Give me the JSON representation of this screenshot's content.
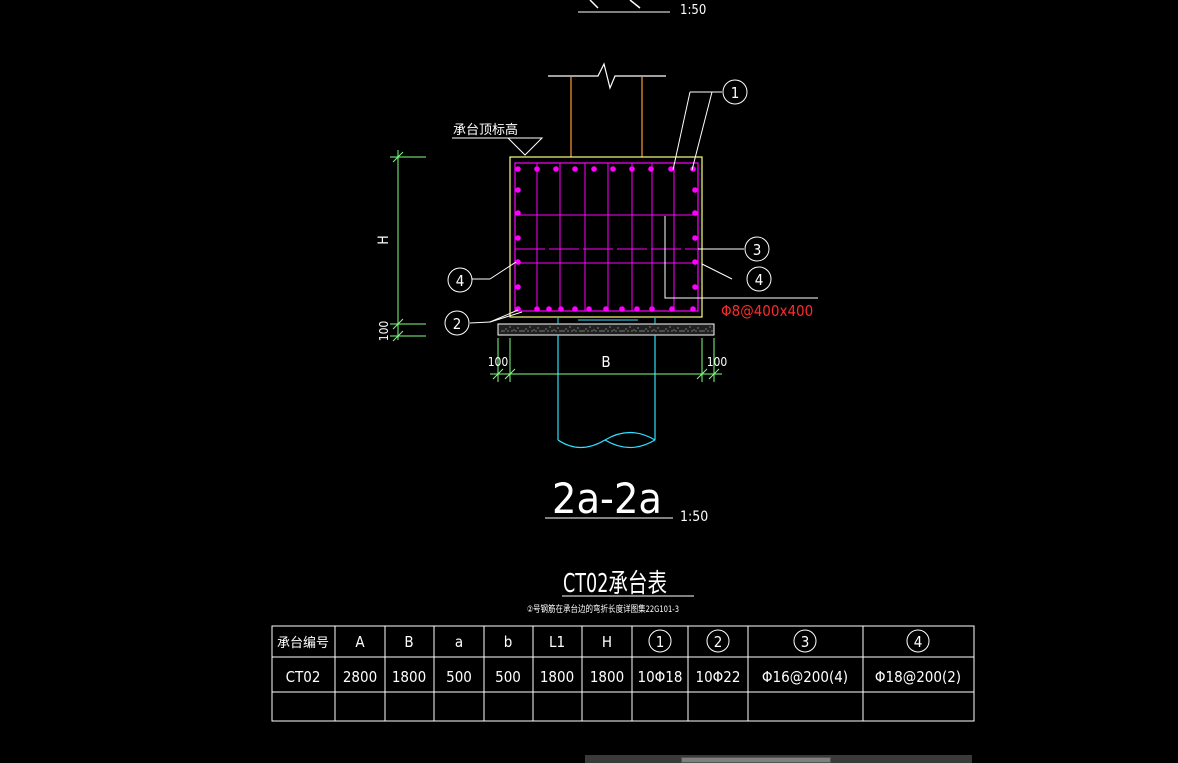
{
  "drawing": {
    "top_section_scale": "1:50",
    "section_title": "2a-2a",
    "section_scale": "1:50",
    "elevation_label": "承台顶标高",
    "height_label": "H",
    "cushion_label": "100",
    "width_label": "B",
    "left_offset_label": "100",
    "right_offset_label": "100",
    "stirrup_label": "Φ8@400x400",
    "callouts": [
      "1",
      "2",
      "3",
      "4",
      "4"
    ]
  },
  "table": {
    "title": "CT02承台表",
    "note": "②号钢筋在承台边的弯折长度详图集22G101-3",
    "headers": [
      "承台编号",
      "A",
      "B",
      "a",
      "b",
      "L1",
      "H",
      "1",
      "2",
      "3",
      "4"
    ],
    "rows": [
      [
        "CT02",
        "2800",
        "1800",
        "500",
        "500",
        "1800",
        "1800",
        "10Φ18",
        "10Φ22",
        "Φ16@200(4)",
        "Φ18@200(2)"
      ],
      [
        "",
        "",
        "",
        "",
        "",
        "",
        "",
        "",
        "",
        "",
        ""
      ]
    ]
  },
  "colors": {
    "background": "#000000",
    "rebar": "#ff00ff",
    "concrete_outline": "#ffff80",
    "column": "#ff9a30",
    "pile": "#30e0ff",
    "dimension": "#80ff80",
    "leader": "#ffffff",
    "stirrup_text": "#ff2a2a"
  }
}
